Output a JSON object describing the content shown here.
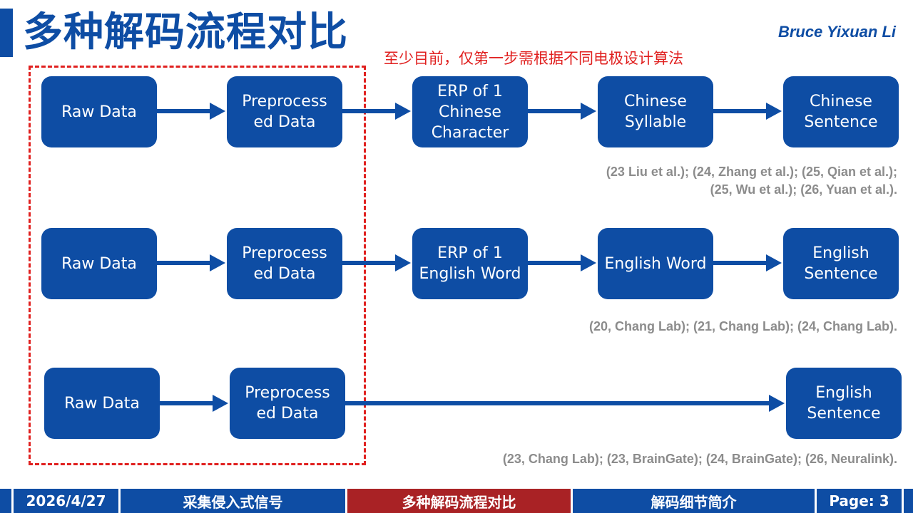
{
  "header": {
    "title": "多种解码流程对比",
    "author": "Bruce Yixuan Li",
    "note": "至少目前，仅第一步需根据不同电极设计算法"
  },
  "rows": [
    {
      "nodes": [
        "Raw Data",
        "Preprocess ed Data",
        "ERP of 1 Chinese Character",
        "Chinese Syllable",
        "Chinese Sentence"
      ],
      "refs_line1": "(23 Liu et al.); (24, Zhang et al.); (25, Qian et al.);",
      "refs_line2": "(25, Wu et al.); (26, Yuan et al.)."
    },
    {
      "nodes": [
        "Raw Data",
        "Preprocess ed Data",
        "ERP of 1 English Word",
        "English Word",
        "English Sentence"
      ],
      "refs_line1": "(20, Chang Lab); (21, Chang Lab); (24, Chang Lab)."
    },
    {
      "nodes": [
        "Raw Data",
        "Preprocess ed Data",
        "English Sentence"
      ],
      "refs_line1": "(23, Chang Lab); (23, BrainGate); (24, BrainGate); (26, Neuralink)."
    }
  ],
  "footer": {
    "items": [
      "2026/4/27",
      "采集侵入式信号",
      "多种解码流程对比",
      "解码细节简介",
      "Page: 3"
    ],
    "active_index": 2
  },
  "colors": {
    "primary": "#0e4da4",
    "accent_red": "#e0201f",
    "active_tab": "#a92225",
    "ref_gray": "#8c8c8c"
  }
}
